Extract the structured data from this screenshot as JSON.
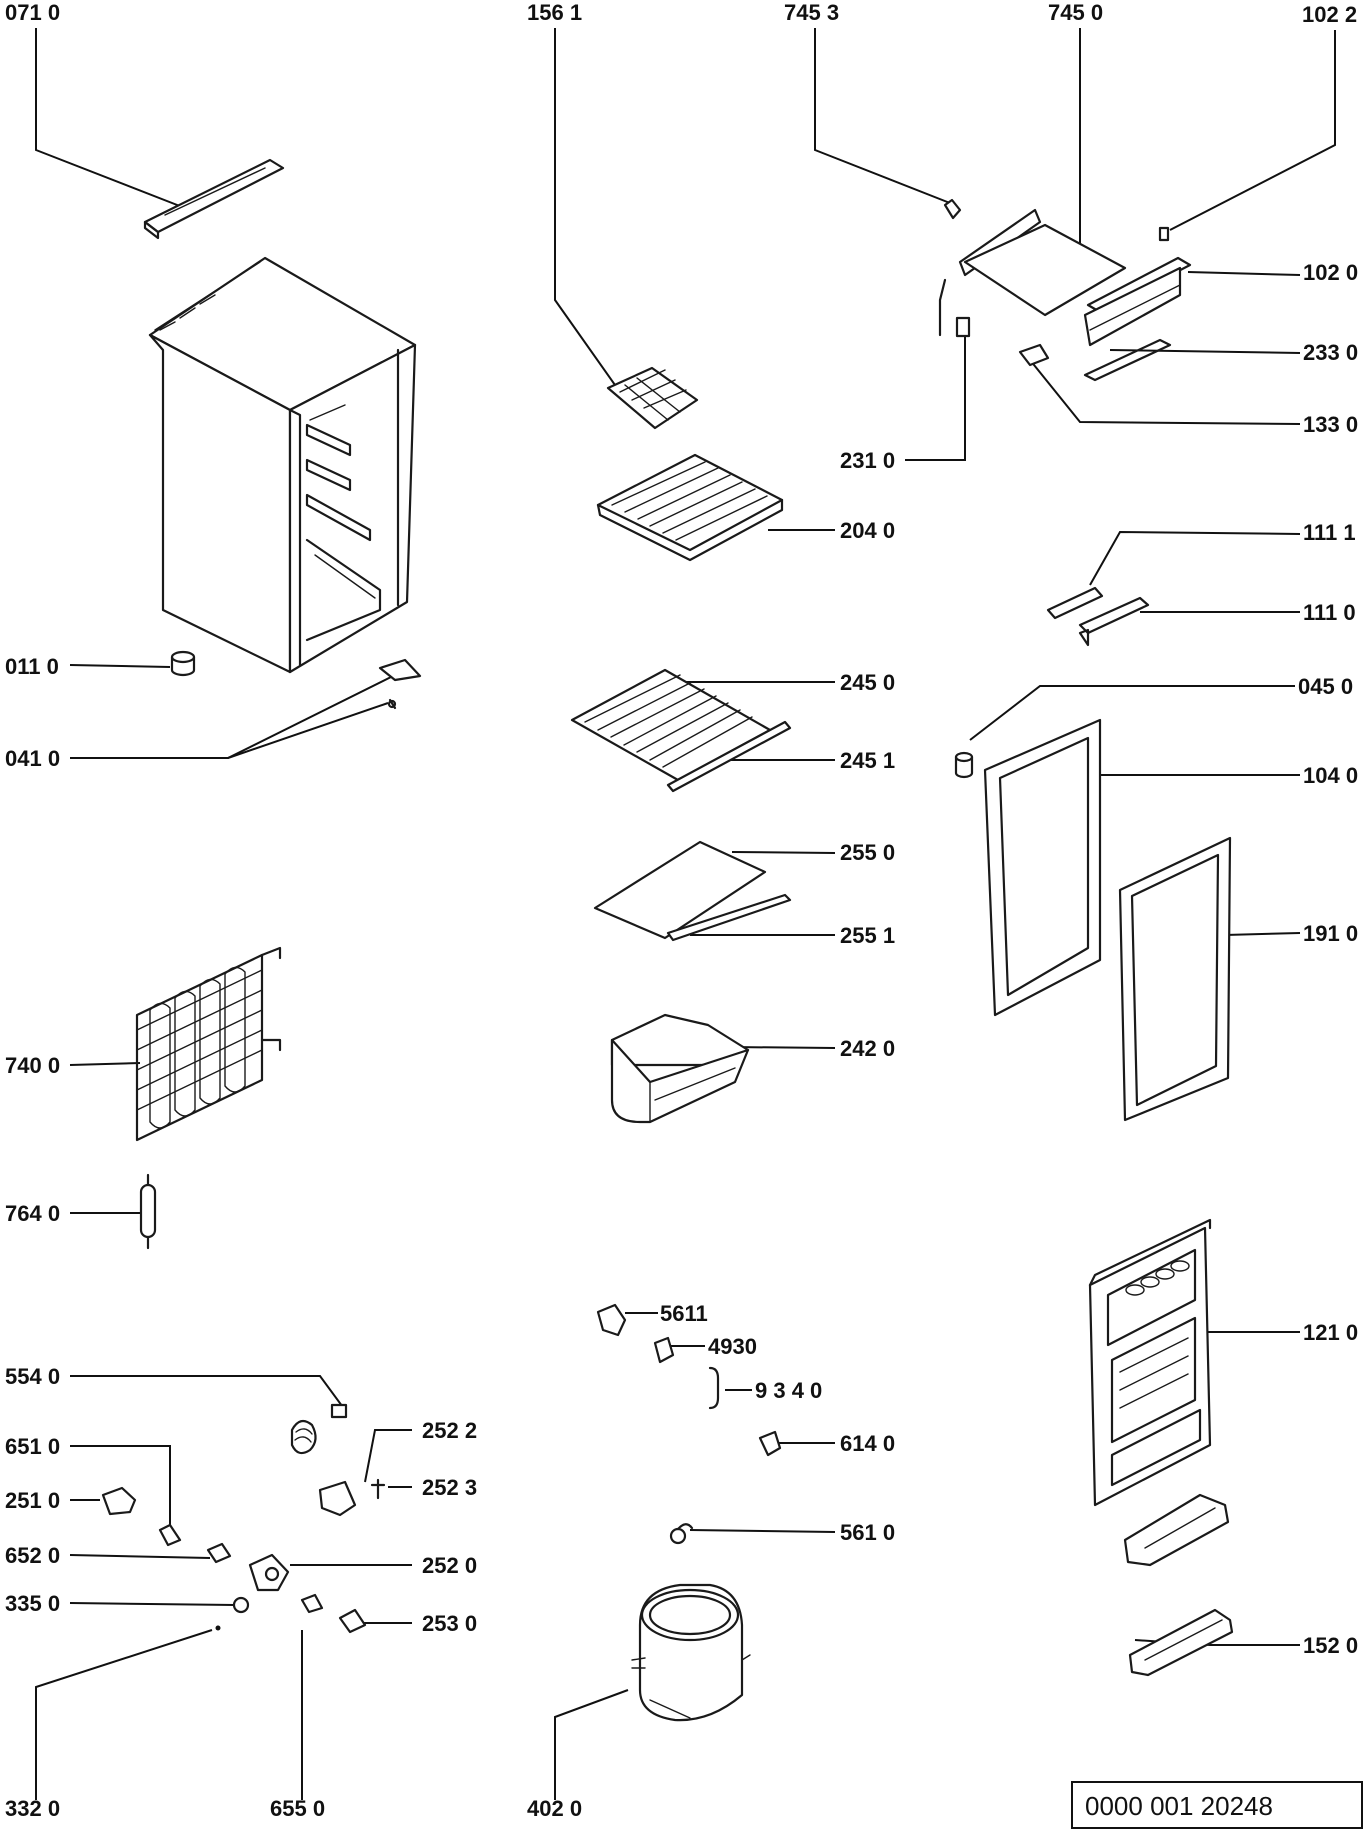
{
  "labels": {
    "p0710": "071 0",
    "p1561": "156 1",
    "p7453": "745 3",
    "p7450": "745 0",
    "p1022": "102 2",
    "p1020": "102 0",
    "p2330": "233 0",
    "p1330": "133 0",
    "p2310": "231 0",
    "p2040": "204 0",
    "p1111": "111 1",
    "p1110": "111 0",
    "p0450": "045 0",
    "p0110": "011 0",
    "p0410": "041 0",
    "p2450": "245 0",
    "p2451": "245 1",
    "p1040": "104 0",
    "p2550": "255 0",
    "p2551": "255 1",
    "p1910": "191 0",
    "p2420": "242 0",
    "p7400": "740 0",
    "p7640": "764 0",
    "p5611": "5611",
    "p4930": "4930",
    "p9340": "9 3 4 0",
    "p1210": "121 0",
    "p5540": "554 0",
    "p6510": "651 0",
    "p2522": "252 2",
    "p2523": "252 3",
    "p2510": "251 0",
    "p6140": "614 0",
    "p6520": "652 0",
    "p2520": "252 0",
    "p5610": "561 0",
    "p3350": "335 0",
    "p2530": "253 0",
    "p1520": "152 0",
    "p3320": "332 0",
    "p6550": "655 0",
    "p4020": "402 0"
  },
  "reference": {
    "number": "0000 001 20248"
  }
}
